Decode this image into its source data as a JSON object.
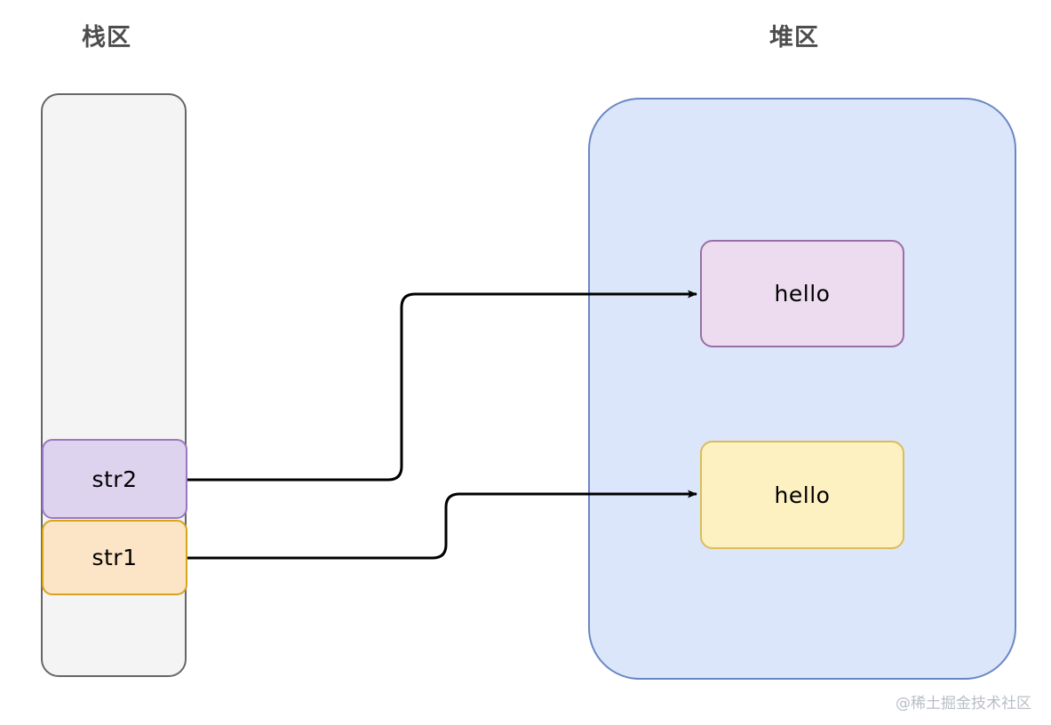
{
  "diagram": {
    "title_stack": "栈区",
    "title_heap": "堆区",
    "watermark": "@稀土掘金技术社区"
  },
  "stack": {
    "label": "栈区",
    "frames": [
      {
        "name": "str2",
        "label": "str2",
        "fill": "#ddd3ee",
        "stroke": "#9a78c0"
      },
      {
        "name": "str1",
        "label": "str1",
        "fill": "#fce5c7",
        "stroke": "#d6a418"
      }
    ],
    "container_fill": "#f4f4f4",
    "container_stroke": "#666666"
  },
  "heap": {
    "label": "堆区",
    "objects": [
      {
        "name": "purple-hello",
        "label": "hello",
        "fill": "#eddcef",
        "stroke": "#9a6fa8"
      },
      {
        "name": "yellow-hello",
        "label": "hello",
        "fill": "#fdf1c2",
        "stroke": "#dcbc5a"
      }
    ],
    "container_fill": "#dce6fa",
    "container_stroke": "#6a87c4"
  },
  "arrows": [
    {
      "name": "str2-to-purple-hello",
      "from": "str2",
      "to": "purple-hello"
    },
    {
      "name": "str1-to-yellow-hello",
      "from": "str1",
      "to": "yellow-hello"
    }
  ],
  "colors": {
    "background": "#ffffff",
    "title_text": "#4d4d4d",
    "arrow": "#000000",
    "watermark": "#b9bec6"
  }
}
